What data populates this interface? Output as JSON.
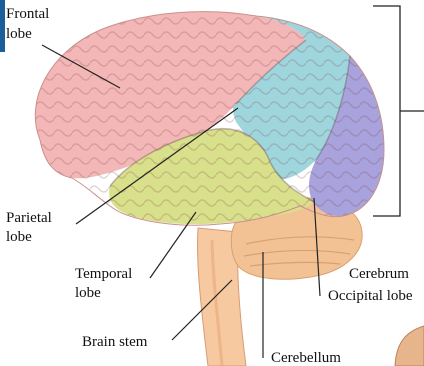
{
  "labels": {
    "frontal_line1": "Frontal",
    "frontal_line2": "lobe",
    "parietal_line1": "Parietal",
    "parietal_line2": "lobe",
    "temporal_line1": "Temporal",
    "temporal_line2": "lobe",
    "brain_stem": "Brain stem",
    "cerebellum": "Cerebellum",
    "occipital": "Occipital lobe",
    "cerebrum": "Cerebrum"
  },
  "colors": {
    "frontal": "#f4b7b7",
    "parietal": "#9fd6de",
    "occipital": "#a8a3dc",
    "temporal": "#d9e08c",
    "cerebellum": "#f2c294",
    "stem": "#f6c9a1",
    "accent_bar": "#1a5e9a"
  }
}
